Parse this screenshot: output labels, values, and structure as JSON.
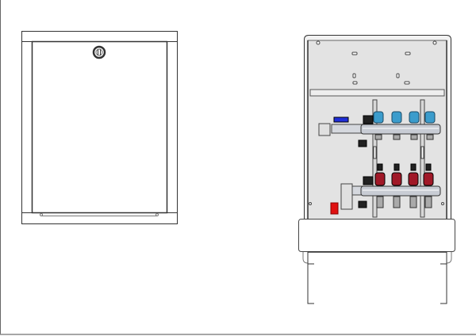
{
  "drawing": {
    "views": [
      "closed-cabinet-front",
      "open-cabinet-with-manifold"
    ],
    "colors": {
      "line": "#333333",
      "panel": "#e3e3e3",
      "supply_cap": "#3b9ccc",
      "return_valve": "#a01828",
      "ball_valve_blue": "#1f2ed8",
      "ball_valve_red": "#e01010",
      "manifold_body": "#c8ccd4"
    },
    "manifold_circuits": 4
  }
}
